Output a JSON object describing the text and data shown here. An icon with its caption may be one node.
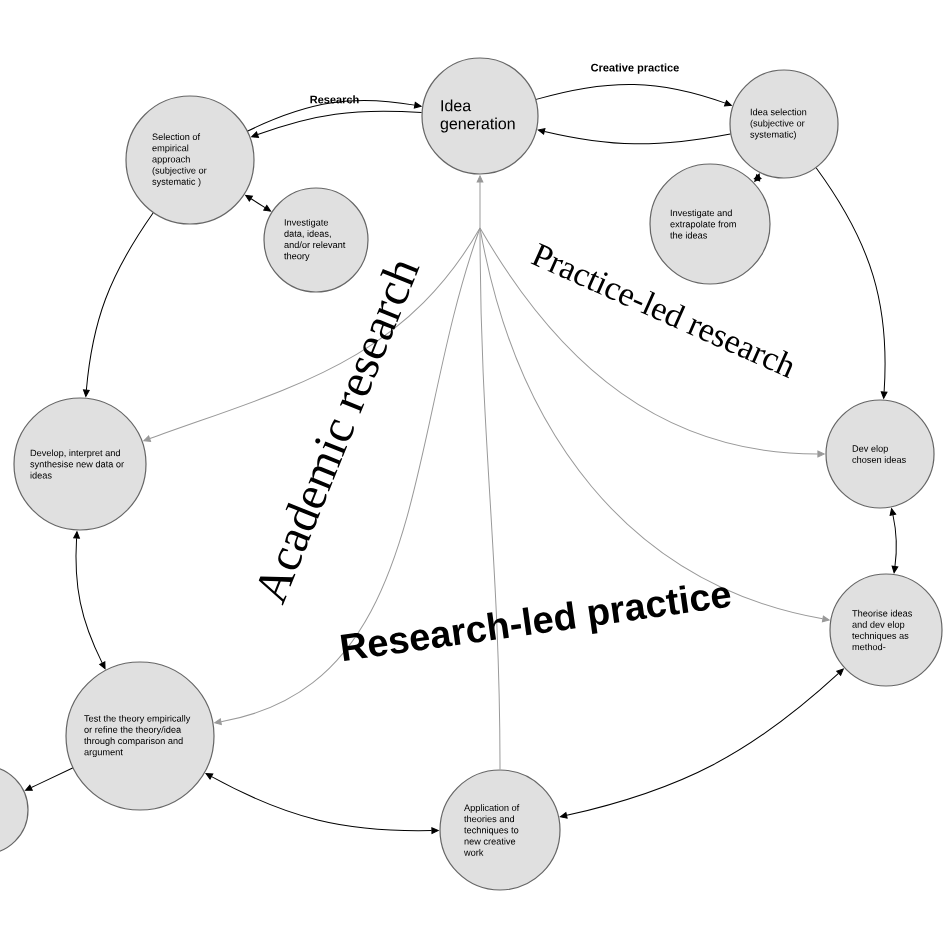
{
  "diagram": {
    "nodes": [
      {
        "text": [
          "Idea generation"
        ]
      },
      {
        "text": [
          "Selection of empirical approach (subjective or systematic )"
        ]
      },
      {
        "text": [
          "Investigate data, ideas, and/or relevant theory"
        ]
      },
      {
        "text": [
          "Idea selection (subjective or systematic)"
        ]
      },
      {
        "text": [
          "Investigate and extrapolate from the ideas"
        ]
      },
      {
        "text": [
          "Dev elop chosen ideas"
        ]
      },
      {
        "text": [
          "Theorise ideas and dev elop techniques as method-"
        ]
      },
      {
        "text": [
          "Application of theories and techniques to new creative work"
        ]
      },
      {
        "text": [
          "Test the theory empirically or refine the theory/idea through comparison and argument"
        ]
      },
      {
        "text": [],
        "shape": "circle"
      },
      {
        "text": [
          "Develop, interpret and synthesise new data or ideas"
        ]
      }
    ],
    "edges": [
      {
        "from": 0,
        "to": 1,
        "arrow": "to",
        "label": "Research"
      },
      {
        "from": 1,
        "to": 0,
        "arrow": "to"
      },
      {
        "from": 0,
        "to": 3,
        "arrow": "to",
        "label": "Creative practice"
      },
      {
        "from": 3,
        "to": 0,
        "arrow": "to"
      },
      {
        "from": 1,
        "to": 2,
        "arrow": "both"
      },
      {
        "from": 3,
        "to": 4,
        "arrow": "both"
      },
      {
        "from": 3,
        "to": 5,
        "arrow": "to"
      },
      {
        "from": 5,
        "to": 6,
        "arrow": "both"
      },
      {
        "from": 6,
        "to": 7,
        "arrow": "both"
      },
      {
        "from": 7,
        "to": 8,
        "arrow": "both"
      },
      {
        "from": 8,
        "to": 10,
        "arrow": "both"
      },
      {
        "from": 1,
        "to": 10,
        "arrow": "to"
      },
      {
        "from": 8,
        "to": 9,
        "arrow": "to"
      },
      {
        "from": null,
        "to": 0,
        "arrow": "to",
        "color": "#999999"
      },
      {
        "from": null,
        "to": 10,
        "arrow": "to",
        "color": "#999999"
      },
      {
        "from": null,
        "to": 8,
        "arrow": "to",
        "color": "#999999"
      },
      {
        "from": null,
        "to": 5,
        "arrow": "to",
        "color": "#999999"
      },
      {
        "from": null,
        "to": 6,
        "arrow": "to",
        "color": "#999999"
      },
      {
        "from": null,
        "to": 7,
        "arrow": "none",
        "color": "#999999"
      }
    ],
    "labels": [
      "Academic research",
      "Practice-led research",
      "Research-led practice"
    ]
  }
}
